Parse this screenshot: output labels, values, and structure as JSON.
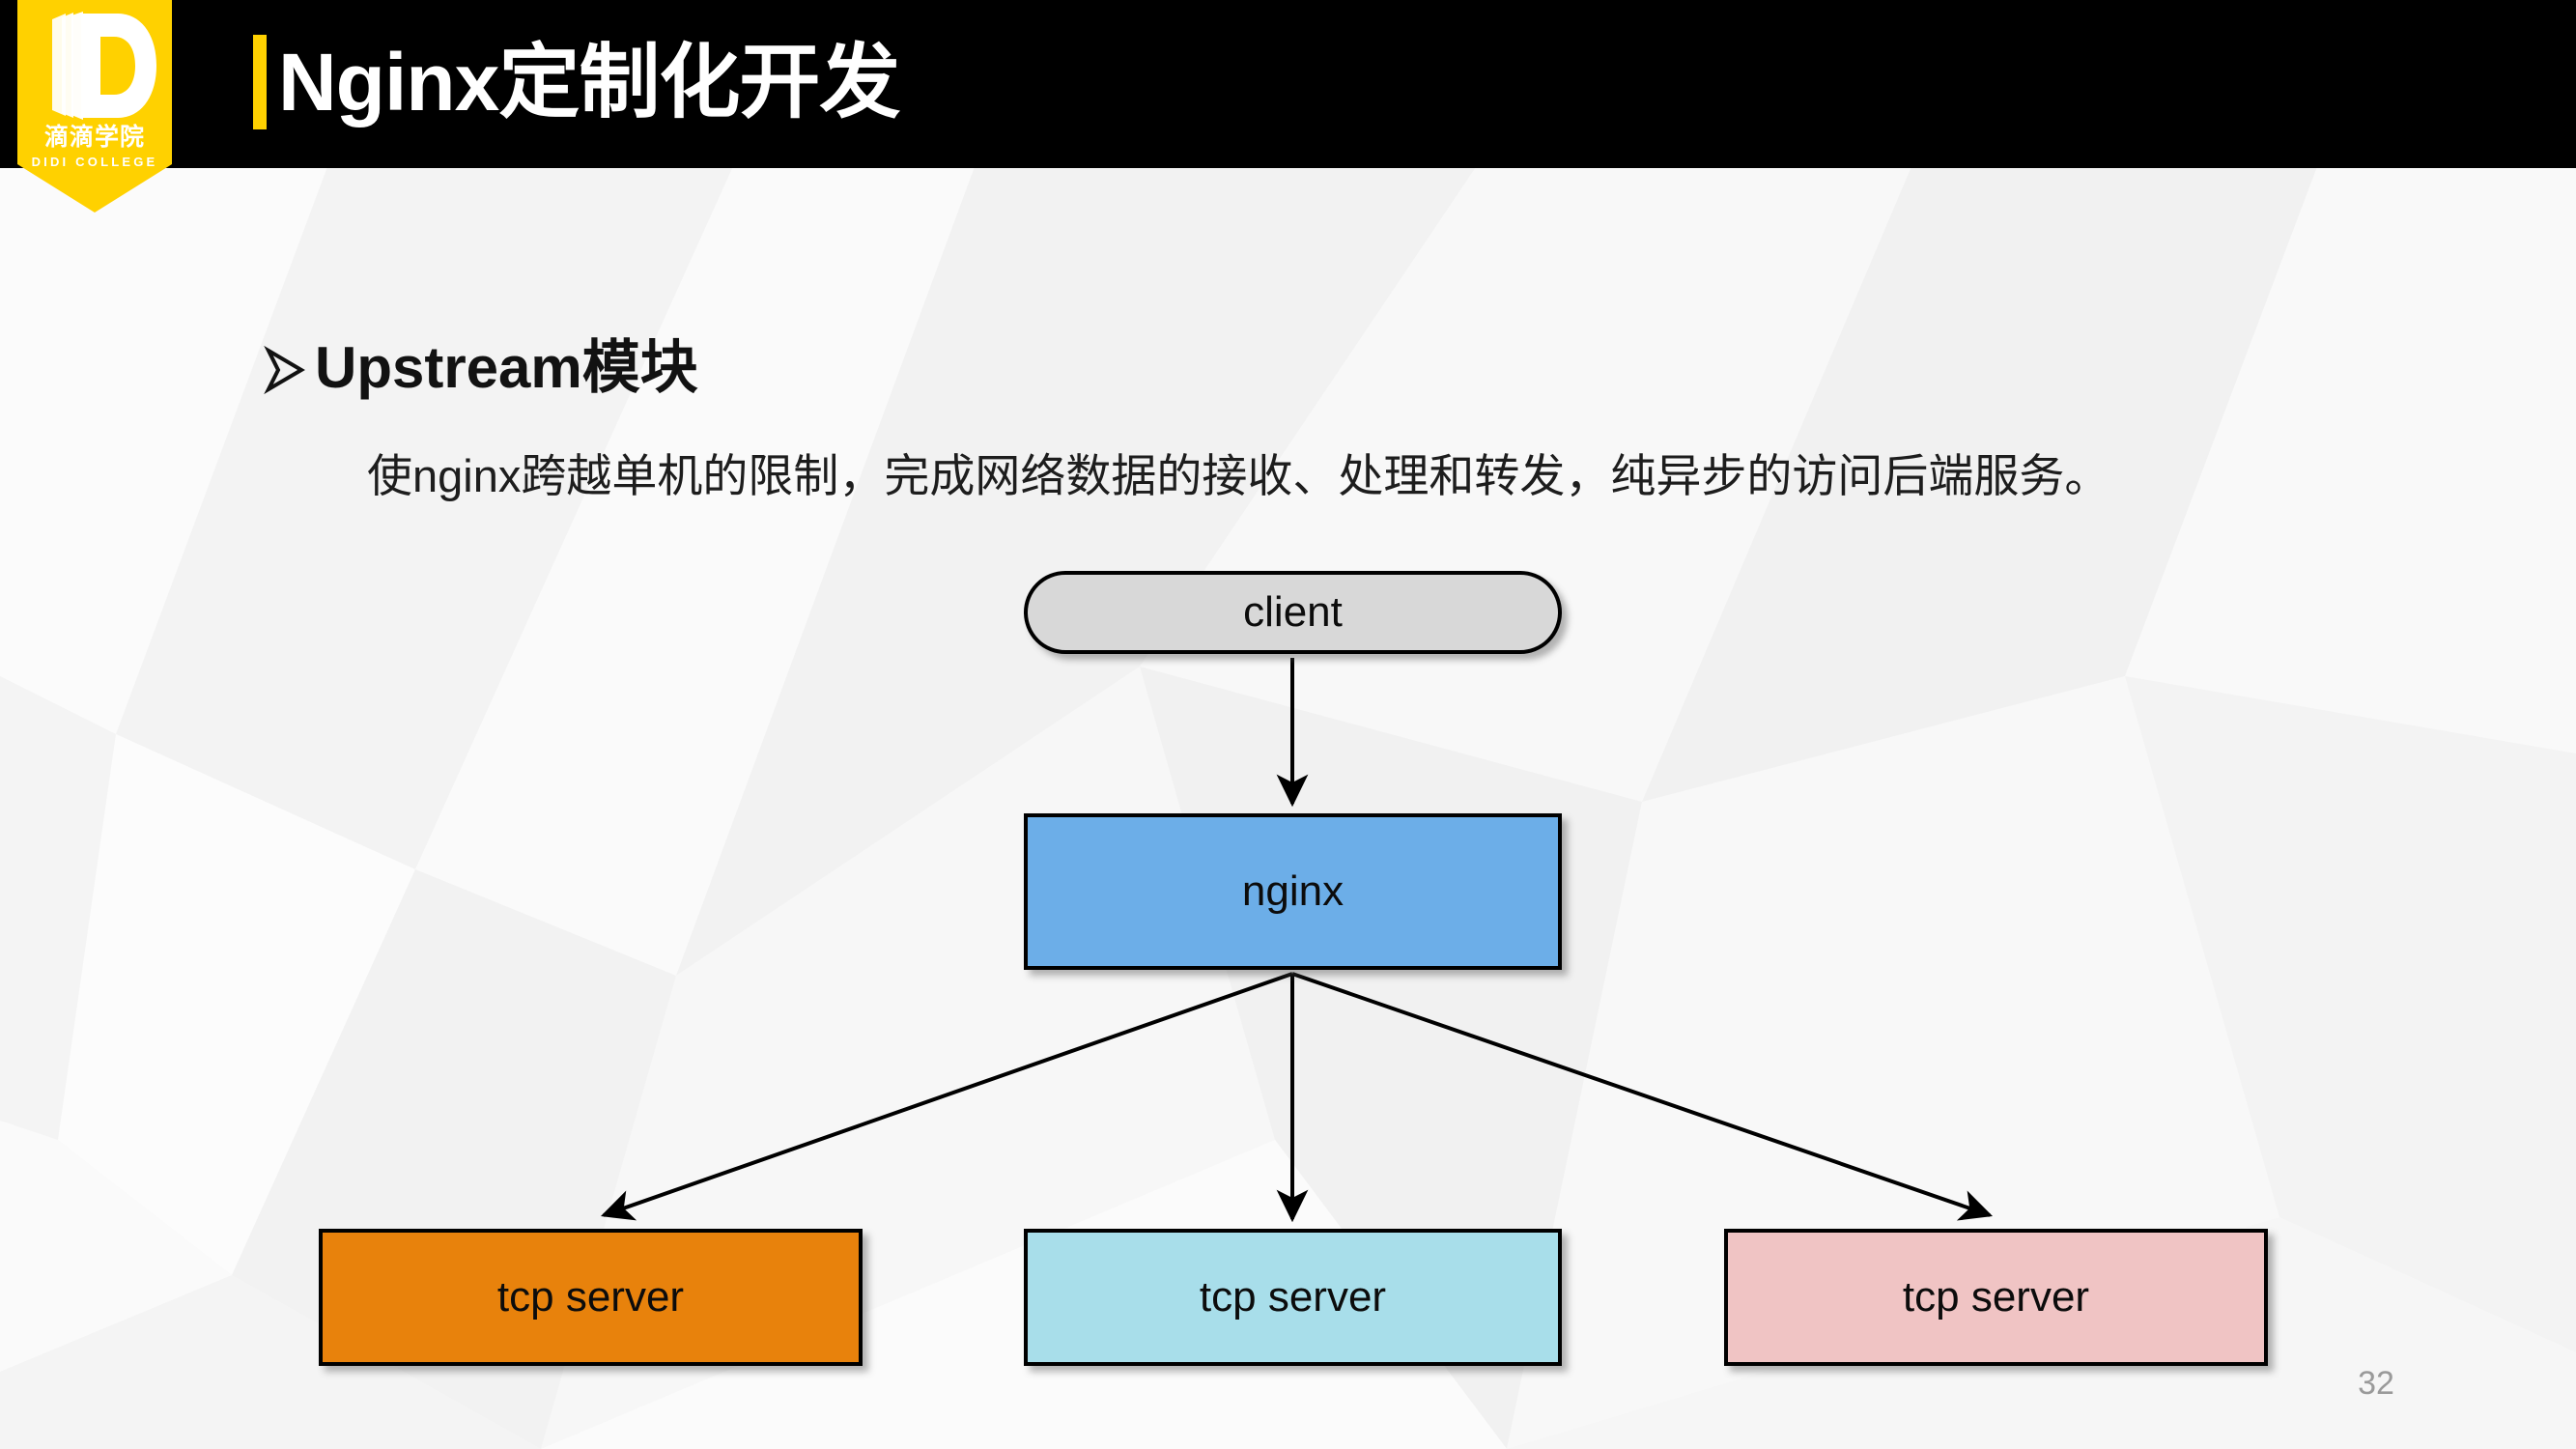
{
  "slide": {
    "page_number": "32",
    "header": {
      "title": "Nginx定制化开发",
      "accent_color": "#FFD100",
      "background_color": "#000000"
    },
    "logo": {
      "name_cn": "滴滴学院",
      "name_en": "DIDI COLLEGE",
      "letter": "D",
      "ribbon_color": "#FFD100"
    },
    "content": {
      "heading": "Upstream模块",
      "heading_bullet": "arrow-bullet-icon",
      "body": "使nginx跨越单机的限制，完成网络数据的接收、处理和转发，纯异步的访问后端服务。"
    },
    "diagram": {
      "nodes": [
        {
          "id": "client",
          "label": "client",
          "shape": "stadium",
          "fill": "#d8d8d8"
        },
        {
          "id": "nginx",
          "label": "nginx",
          "shape": "rectangle",
          "fill": "#6CAEE8"
        },
        {
          "id": "tcp1",
          "label": "tcp server",
          "shape": "rectangle",
          "fill": "#E8820C"
        },
        {
          "id": "tcp2",
          "label": "tcp server",
          "shape": "rectangle",
          "fill": "#A8DEEA"
        },
        {
          "id": "tcp3",
          "label": "tcp server",
          "shape": "rectangle",
          "fill": "#F0C4C4"
        }
      ],
      "edges": [
        {
          "from": "client",
          "to": "nginx"
        },
        {
          "from": "nginx",
          "to": "tcp1"
        },
        {
          "from": "nginx",
          "to": "tcp2"
        },
        {
          "from": "nginx",
          "to": "tcp3"
        }
      ]
    }
  }
}
